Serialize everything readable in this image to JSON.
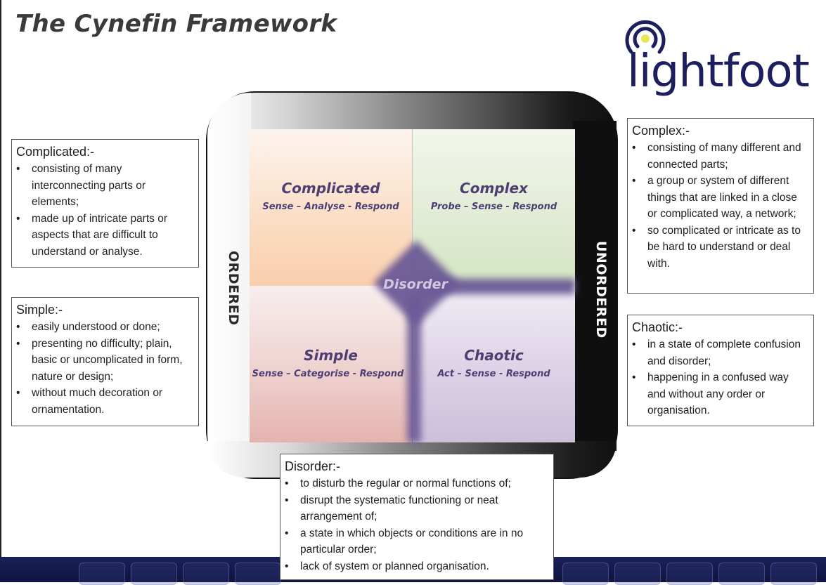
{
  "title": "The Cynefin Framework",
  "logo": {
    "text": "lightfoot",
    "icon": "signal-broadcast-icon",
    "colors": {
      "text": "#1b1f5e",
      "dot": "#e6e85a"
    }
  },
  "axis_labels": {
    "left": "ORDERED",
    "right": "UNORDERED"
  },
  "quadrants": {
    "complicated": {
      "title": "Complicated",
      "approach": "Sense – Analyse - Respond",
      "color": "#fad9bd"
    },
    "complex": {
      "title": "Complex",
      "approach": "Probe – Sense - Respond",
      "color": "#dde9cf"
    },
    "simple": {
      "title": "Simple",
      "approach": "Sense – Categorise - Respond",
      "color": "#eed1cf"
    },
    "chaotic": {
      "title": "Chaotic",
      "approach": "Act – Sense - Respond",
      "color": "#dcd2e6"
    },
    "disorder": {
      "title": "Disorder",
      "color": "#6b5a96"
    }
  },
  "definitions": {
    "complicated": {
      "title": "Complicated:-",
      "items": [
        "consisting of many interconnecting parts or elements;",
        "made up of intricate parts or aspects that are difficult to understand or analyse."
      ]
    },
    "simple": {
      "title": "Simple:-",
      "items": [
        "easily understood or done;",
        "presenting no difficulty; plain, basic or uncomplicated in form, nature or design;",
        "without much decoration or ornamentation."
      ]
    },
    "complex": {
      "title": "Complex:-",
      "items": [
        "consisting of many different and connected parts;",
        "a group or system of different things that are linked in a close or complicated way, a network;",
        "so complicated or intricate as to be hard to understand or deal with."
      ]
    },
    "chaotic": {
      "title": "Chaotic:-",
      "items": [
        "in a state of complete confusion and disorder;",
        "happening in a confused way and without any order or organisation."
      ]
    },
    "disorder": {
      "title": "Disorder:-",
      "items": [
        "to disturb the regular or normal functions of;",
        "disrupt the systematic functioning or neat arrangement of;",
        "a state in which objects or conditions are in no particular order;",
        "lack of system or planned organisation."
      ]
    }
  }
}
